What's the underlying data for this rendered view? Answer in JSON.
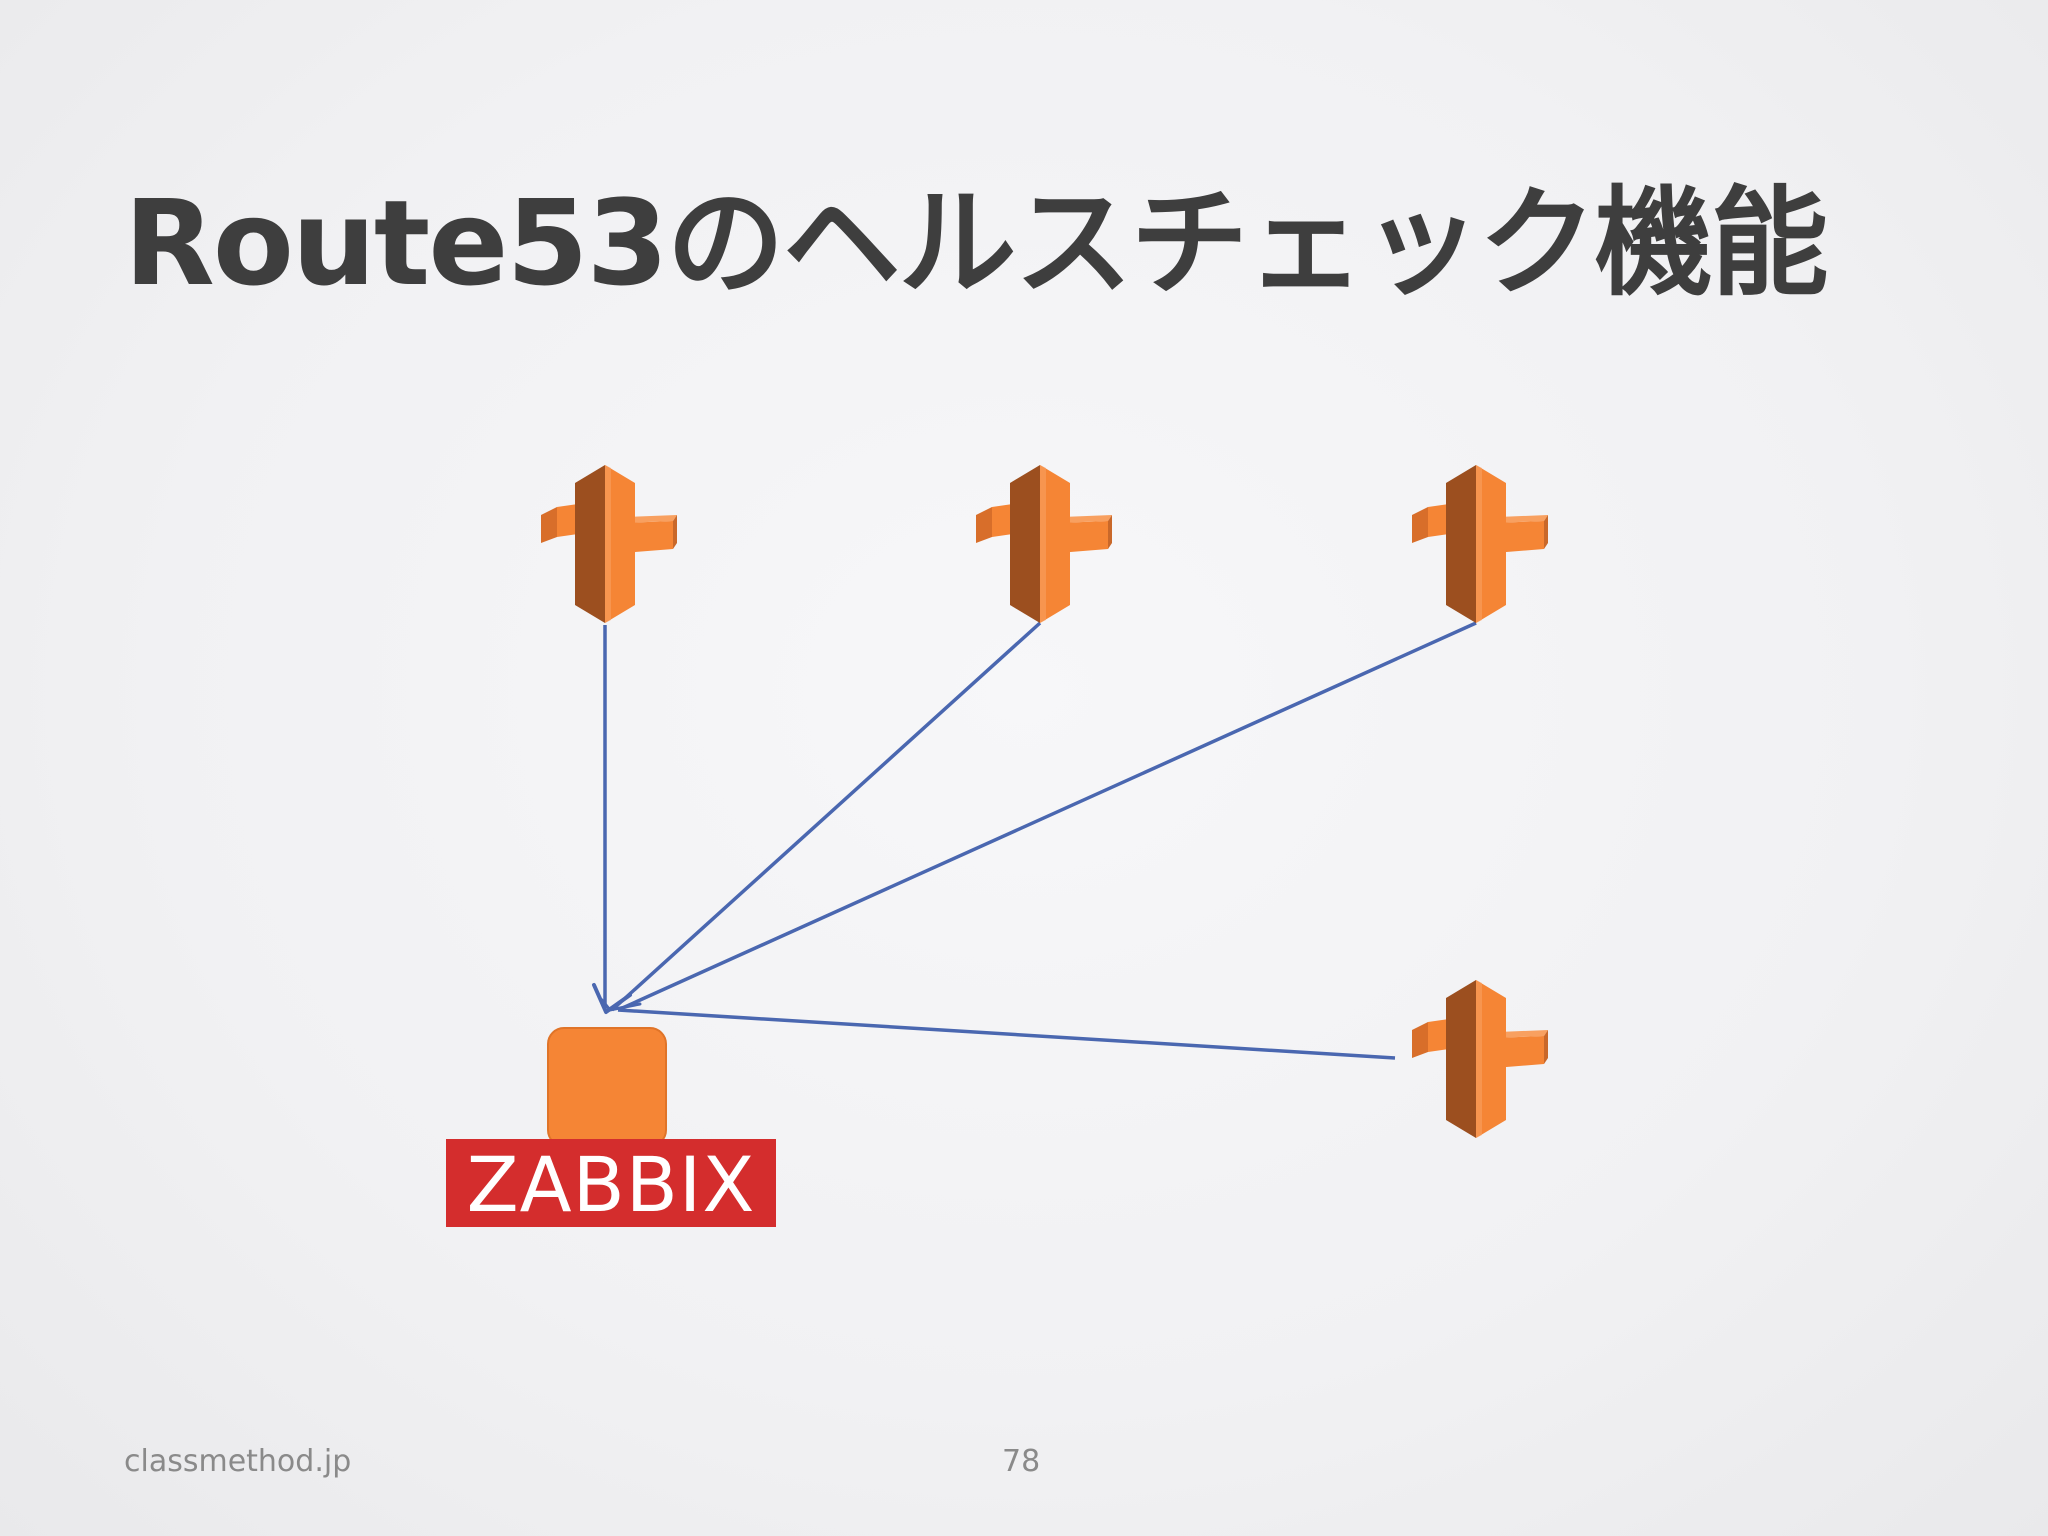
{
  "slide": {
    "title": "Route53のヘルスチェック機能",
    "footer_site": "classmethod.jp",
    "page_number": "78"
  },
  "diagram": {
    "nodes": [
      {
        "id": "route53-1",
        "icon": "route53-icon"
      },
      {
        "id": "route53-2",
        "icon": "route53-icon"
      },
      {
        "id": "route53-3",
        "icon": "route53-icon"
      },
      {
        "id": "route53-4",
        "icon": "route53-icon"
      },
      {
        "id": "zabbix-server",
        "icon": "server-icon",
        "label": "ZABBIX"
      }
    ],
    "edges": [
      {
        "from": "route53-1",
        "to": "zabbix-server"
      },
      {
        "from": "route53-2",
        "to": "zabbix-server"
      },
      {
        "from": "route53-3",
        "to": "zabbix-server"
      },
      {
        "from": "route53-4",
        "to": "zabbix-server"
      }
    ],
    "colors": {
      "route53_light": "#f58535",
      "route53_dark": "#9c4f1f",
      "route53_mid": "#c9682a",
      "server_box": "#f58535",
      "zabbix_label_bg": "#d42d2d",
      "zabbix_label_text": "#ffffff",
      "arrow": "#4a67b0"
    }
  }
}
